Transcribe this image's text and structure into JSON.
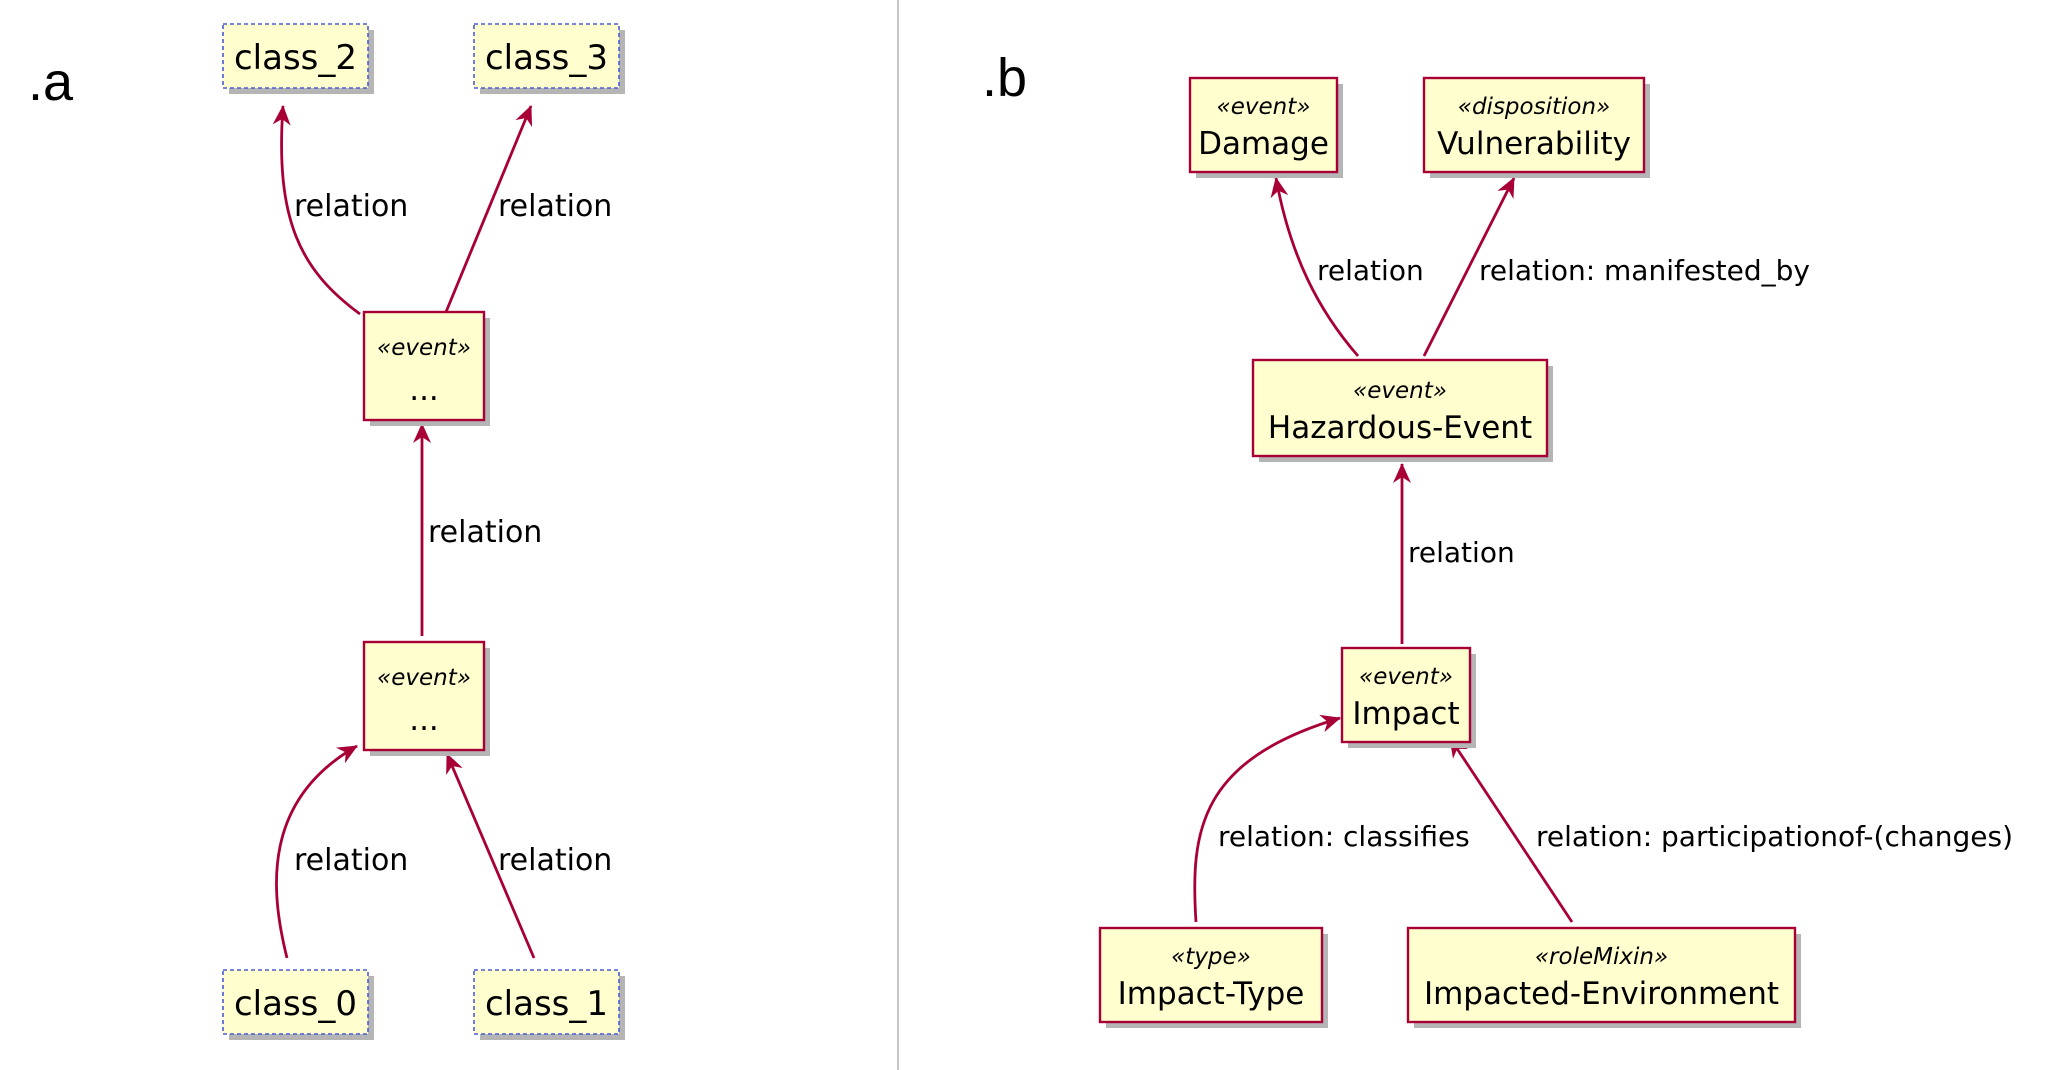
{
  "panels": {
    "a": {
      "label": ".a",
      "nodes": {
        "class_2": {
          "name": "class_2"
        },
        "class_3": {
          "name": "class_3"
        },
        "event_upper": {
          "stereotype": "«event»",
          "name": "..."
        },
        "event_lower": {
          "stereotype": "«event»",
          "name": "..."
        },
        "class_0": {
          "name": "class_0"
        },
        "class_1": {
          "name": "class_1"
        }
      },
      "edges": {
        "to_class_2": "relation",
        "to_class_3": "relation",
        "lower_to_upper": "relation",
        "class_0_to_lower": "relation",
        "class_1_to_lower": "relation"
      }
    },
    "b": {
      "label": ".b",
      "nodes": {
        "damage": {
          "stereotype": "«event»",
          "name": "Damage"
        },
        "vulnerability": {
          "stereotype": "«disposition»",
          "name": "Vulnerability"
        },
        "hazardous_event": {
          "stereotype": "«event»",
          "name": "Hazardous-Event"
        },
        "impact": {
          "stereotype": "«event»",
          "name": "Impact"
        },
        "impact_type": {
          "stereotype": "«type»",
          "name": "Impact-Type"
        },
        "impacted_environment": {
          "stereotype": "«roleMixin»",
          "name": "Impacted-Environment"
        }
      },
      "edges": {
        "to_damage": "relation",
        "to_vulnerability": "relation: manifested_by",
        "impact_to_hazard": "relation",
        "type_to_impact": "relation: classifies",
        "env_to_impact": "relation: participationof-(changes)"
      }
    }
  },
  "colors": {
    "edge": "#a80036",
    "box_fill": "#fefece",
    "dashed_border": "#4a5bd6"
  }
}
